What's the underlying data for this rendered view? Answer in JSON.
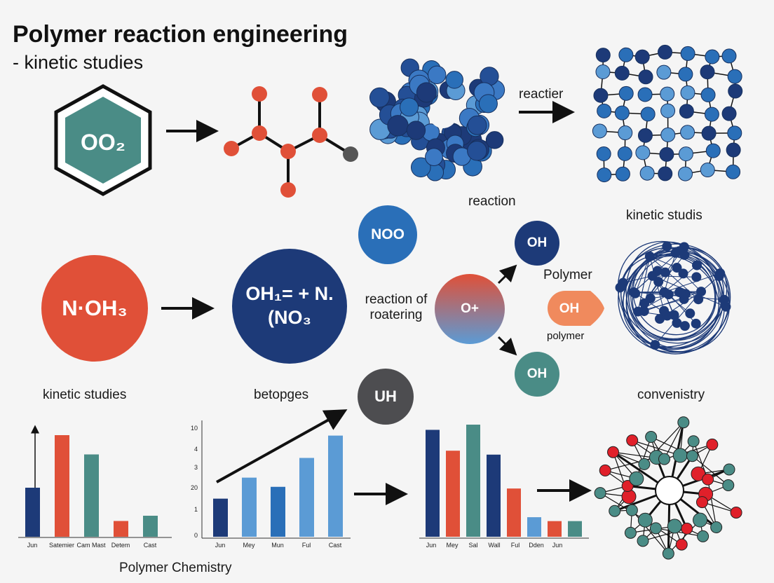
{
  "header": {
    "title": "Polymer reaction engineering",
    "subtitle": "- kinetic studies"
  },
  "nodes": {
    "hexagon_formula": "OO₂",
    "reactier_label": "reactier",
    "reaction_label": "reaction",
    "kinetic_studis_label": "kinetic studis",
    "red_circle_formula": "N·OH₃",
    "navy_circle_formula": "OH₁= + N.(NO₃",
    "noo_bubble": "NOO",
    "oh_top_bubble": "OH",
    "reaction_of_roatering": "reaction of roatering",
    "gradient_bubble": "O+",
    "oh_bottom_bubble": "OH",
    "polymer_label": "Polymer",
    "oh_drop": "OH",
    "polymer_small": "polymer",
    "uh_bubble": "UH",
    "kinetic_studies_label": "kinetic studies",
    "betopges_label": "betopges",
    "convenistry_label": "convenistry",
    "footer_label": "Polymer Chemistry"
  },
  "colors": {
    "navy": "#1d3a78",
    "red": "#e05038",
    "teal": "#4a8c86",
    "light_blue": "#5b9bd5",
    "mid_blue": "#2a6fb8",
    "gray": "#4d4d50",
    "orange": "#f08a5d",
    "hex_fill": "#4a8c86"
  },
  "chart_data": [
    {
      "type": "bar",
      "categories": [
        "Jun",
        "Satemier",
        "Cam Mast",
        "Detem",
        "Cast"
      ],
      "values": [
        28,
        58,
        47,
        9,
        12
      ],
      "colors": [
        "#1d3a78",
        "#e05038",
        "#4a8c86",
        "#e05038",
        "#4a8c86"
      ]
    },
    {
      "type": "bar",
      "categories": [
        "Jun",
        "Mey",
        "Mun",
        "Ful",
        "Cast"
      ],
      "y_tick_labels": [
        "0",
        "1",
        "20",
        "3",
        "4",
        "10"
      ],
      "values": [
        29,
        45,
        38,
        60,
        77
      ],
      "colors": [
        "#1d3a78",
        "#5b9bd5",
        "#2a6fb8",
        "#5b9bd5",
        "#5b9bd5"
      ]
    },
    {
      "type": "bar",
      "categories": [
        "Jun",
        "Mey",
        "Sal",
        "Wall",
        "Ful",
        "Dden",
        "Jun"
      ],
      "values": [
        82,
        66,
        86,
        63,
        37,
        15,
        12,
        12
      ],
      "colors": [
        "#1d3a78",
        "#e05038",
        "#4a8c86",
        "#1d3a78",
        "#e05038",
        "#5b9bd5",
        "#e05038",
        "#4a8c86"
      ]
    }
  ]
}
